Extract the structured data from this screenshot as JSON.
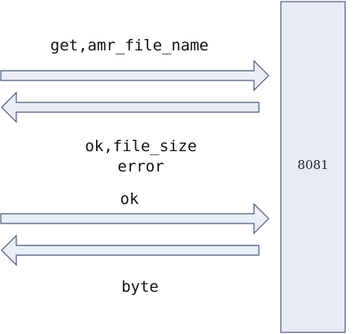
{
  "device": {
    "label": "8081"
  },
  "messages": [
    {
      "label": "get,amr_file_name",
      "direction": "to-device"
    },
    {
      "label": "",
      "direction": "from-device"
    },
    {
      "label": "ok,file_size",
      "direction": "note"
    },
    {
      "label": "error",
      "direction": "note"
    },
    {
      "label": "ok",
      "direction": "to-device"
    },
    {
      "label": "",
      "direction": "from-device"
    },
    {
      "label": "byte",
      "direction": "note"
    }
  ],
  "colors": {
    "arrow_fill": "#e9eef7",
    "device_fill": "#e6ebf6",
    "outline": "#4a5b7a"
  }
}
